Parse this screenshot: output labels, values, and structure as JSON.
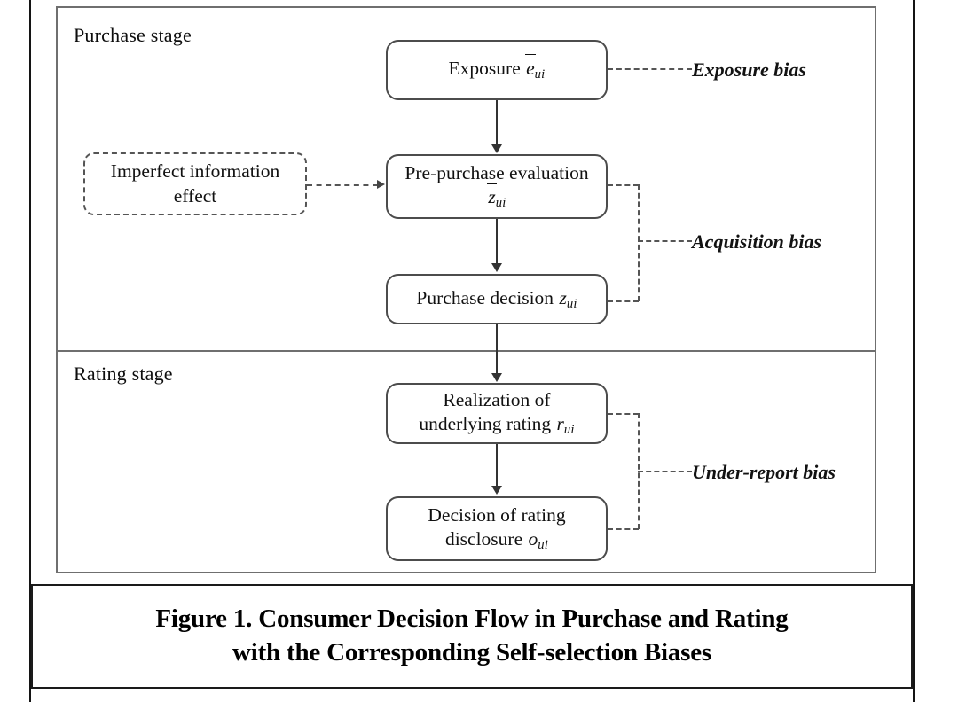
{
  "figure": {
    "caption_line1": "Figure 1. Consumer Decision Flow in Purchase and Rating",
    "caption_line2": "with the Corresponding Self-selection Biases"
  },
  "stages": {
    "purchase": {
      "label": "Purchase stage"
    },
    "rating": {
      "label": "Rating stage"
    }
  },
  "nodes": {
    "exposure": {
      "text": "Exposure ",
      "var": "e",
      "sub": "ui",
      "style": "solid"
    },
    "imperfect_information": {
      "line1": "Imperfect information",
      "line2": "effect",
      "style": "dashed"
    },
    "pre_purchase_evaluation": {
      "line1": "Pre-purchase evaluation",
      "var": "z",
      "sub": "ui",
      "style": "solid"
    },
    "purchase_decision": {
      "text": "Purchase decision ",
      "var": "z",
      "sub": "ui",
      "style": "solid"
    },
    "realization_underlying_rating": {
      "line1": "Realization of",
      "line2": "underlying rating ",
      "var": "r",
      "sub": "ui",
      "style": "solid"
    },
    "decision_rating_disclosure": {
      "line1": "Decision of rating",
      "line2": "disclosure ",
      "var": "o",
      "sub": "ui",
      "style": "solid"
    }
  },
  "biases": {
    "exposure": "Exposure bias",
    "acquisition": "Acquisition bias",
    "under_report": "Under-report bias"
  },
  "colors": {
    "box_border": "#4c4c4c",
    "frame_border": "#6f6f6f",
    "arrow": "#333333",
    "dashed": "#555555",
    "text": "#111111",
    "caption_border": "#1a1a1a"
  }
}
